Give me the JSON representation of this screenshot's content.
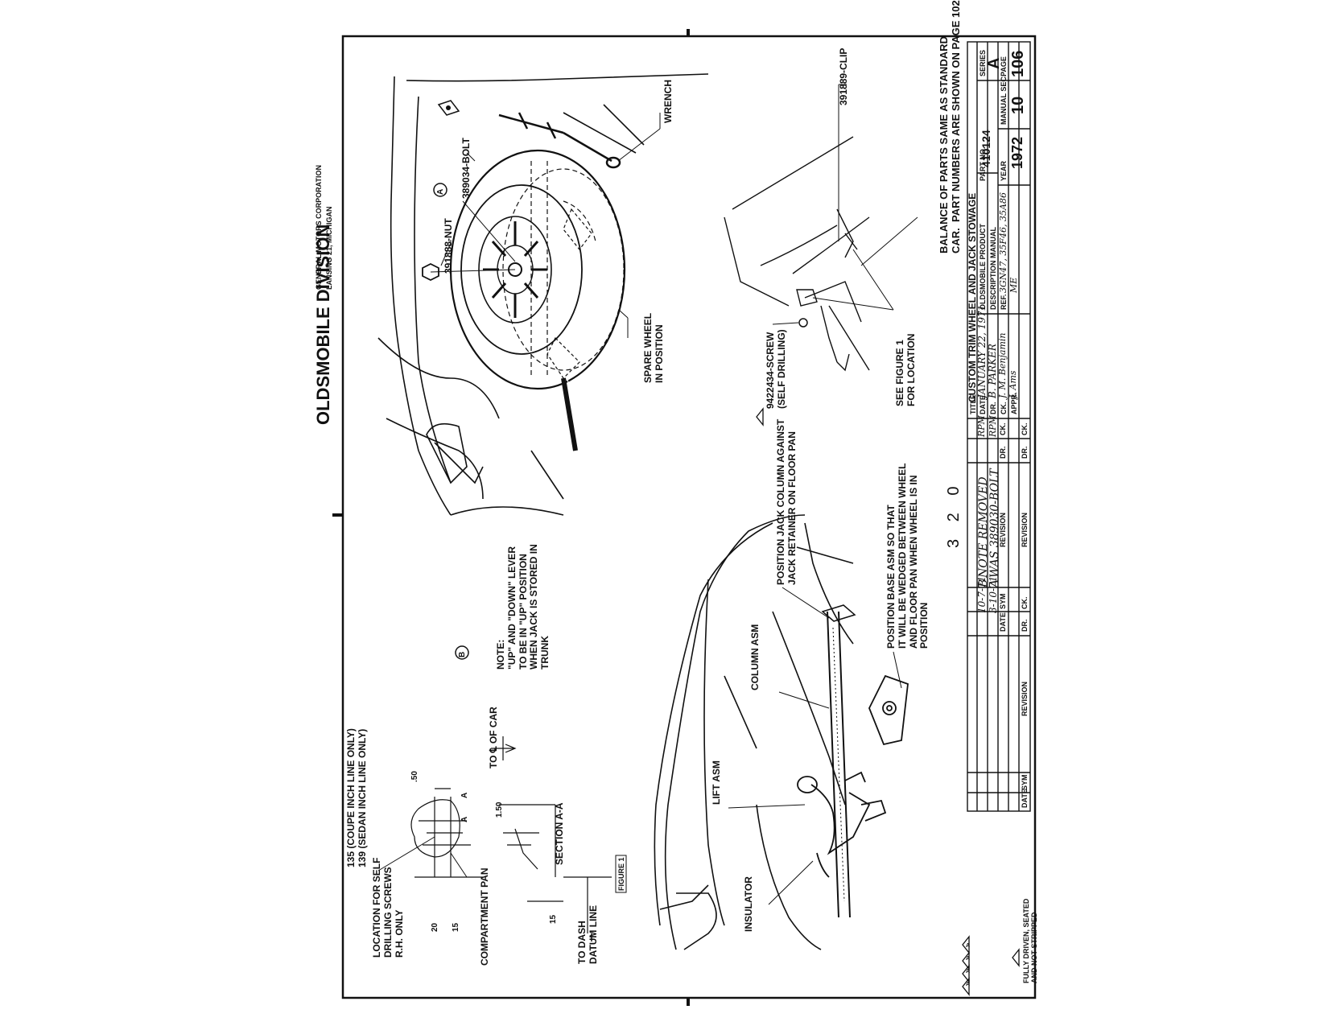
{
  "header": {
    "division": "OLDSMOBILE DIVISION",
    "corporation_line1": "GENERAL MOTORS CORPORATION",
    "corporation_line2": "LANSING 21, MICHIGAN"
  },
  "callouts": {
    "wrench": "WRENCH",
    "bolt": "389034-BOLT",
    "nut": "391888-NUT",
    "clip": "391889-CLIP",
    "spare_wheel": "SPARE WHEEL\nIN POSITION",
    "screw": "9422434-SCREW\n(SELF DRILLING)",
    "see_figure": "SEE FIGURE 1\nFOR LOCATION",
    "balance_note": "BALANCE OF PARTS SAME AS STANDARD\nCAR.  PART NUMBERS ARE SHOWN ON PAGE 102",
    "marker_a": "A",
    "marker_b": "B",
    "position_jack": "POSITION JACK COLUMN AGAINST\nJACK RETAINER ON FLOOR PAN",
    "position_base": "POSITION BASE ASM SO THAT\nIT WILL BE WEDGED BETWEEN WHEEL\nAND FLOOR PAN WHEN WHEEL IS IN\nPOSITION",
    "column_asm": "COLUMN ASM",
    "lift_asm": "LIFT ASM",
    "insulator": "INSULATOR",
    "note": "NOTE:\n\"UP\" AND \"DOWN\" LEVER\nTO BE IN \"UP\" POSITION\nWHEN JACK IS STORED IN\nTRUNK",
    "page_number": "3 2 0"
  },
  "figure1": {
    "label": "FIGURE 1",
    "inch_line": "135 (COUPE INCH LINE ONLY)\n139 (SEDAN INCH LINE ONLY)",
    "dim_50_top": ".50",
    "dim_50_section": "1.50",
    "to_car": "TO ℄ OF CAR",
    "section": "SECTION A-A",
    "location": "LOCATION FOR SELF\nDRILLING SCREWS\nR.H. ONLY",
    "dim_20": "20",
    "dim_15a": "15",
    "dim_15b": "15",
    "compartment_pan": "COMPARTMENT PAN",
    "to_dash": "TO DASH\nDATUM LINE",
    "section_mark_a1": "A",
    "section_mark_a2": "A"
  },
  "footnote": {
    "symbols": "△",
    "text": "FULLY DRIVEN, SEATED\nAND NOT STRIPPED"
  },
  "title_block": {
    "title_label": "TITLE",
    "title": "CUSTOM TRIM WHEEL AND JACK STOWAGE",
    "date_label": "DATE",
    "date": "JANUARY 22, 1971",
    "dr_label": "DR.",
    "dr": "B. PARKER",
    "ck_label": "CK.",
    "ck": "J. M. Benjamin",
    "appr_label": "APPR.",
    "appr1": "J. Ams",
    "product_label": "OLDSMOBILE PRODUCT",
    "description_label": "DESCRIPTION MANUAL",
    "part_no_label": "PART NO.",
    "part_no": "410124",
    "series_label": "SERIES",
    "series": "A",
    "ref_label": "REF.",
    "ref": "3GN47, 35F46, 35A86\nME",
    "year_label": "YEAR",
    "year": "1972",
    "manual_sec_label": "MANUAL SEC.",
    "manual_sec": "10",
    "page_label": "PAGE",
    "page": "106"
  },
  "revisions": {
    "header_date": "DATE",
    "header_sym": "SYM",
    "header_revision": "REVISION",
    "header_dr": "DR.",
    "header_ck": "CK.",
    "rows": [
      {
        "date": "10-7-71",
        "sym": "B",
        "revision": "NOTE REMOVED",
        "dr": "RPM"
      },
      {
        "date": "3-10-71",
        "sym": "A",
        "revision": "WAS 389030-BOLT",
        "dr": "RPM"
      }
    ]
  }
}
